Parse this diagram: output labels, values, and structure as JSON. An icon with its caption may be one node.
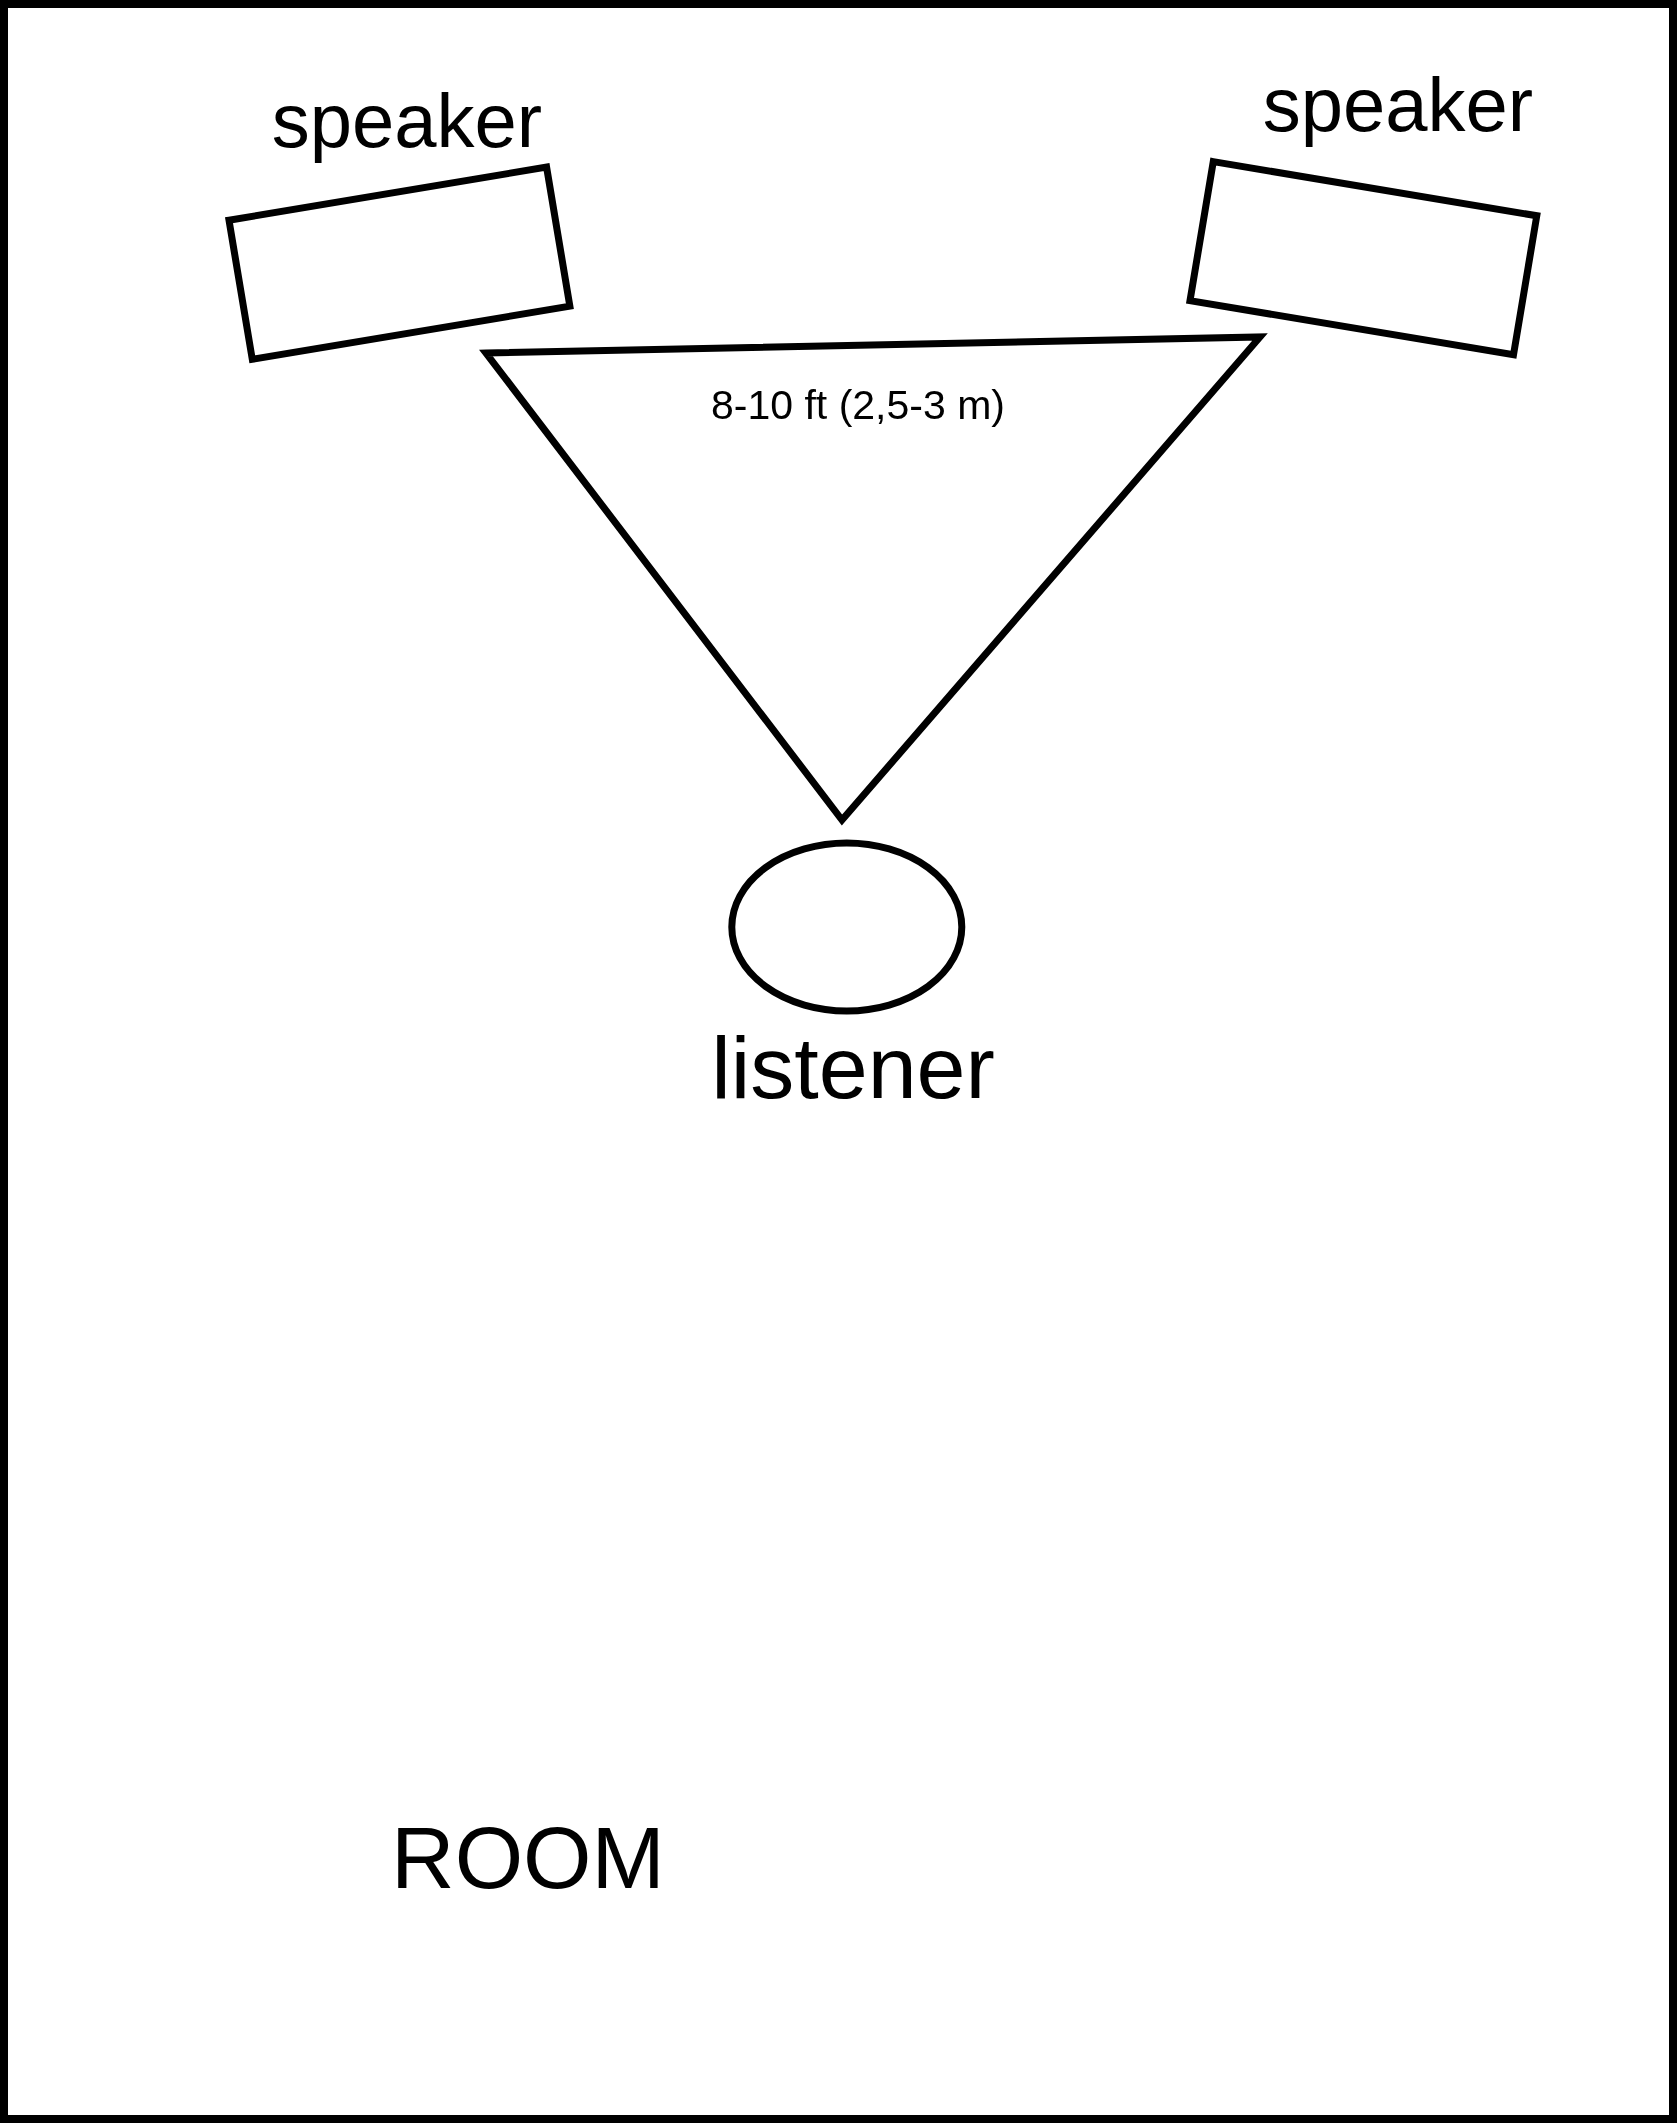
{
  "diagram": {
    "nodes": [
      {
        "text": [
          "ROOM"
        ]
      },
      {
        "text": [
          "speaker"
        ],
        "in": 0
      },
      {
        "text": [
          "speaker"
        ],
        "in": 0
      },
      {
        "text": [
          "8-10 ft (2,5-3 m)"
        ],
        "in": 0
      },
      {
        "text": [
          "listener"
        ],
        "in": 0
      }
    ],
    "edges": []
  }
}
